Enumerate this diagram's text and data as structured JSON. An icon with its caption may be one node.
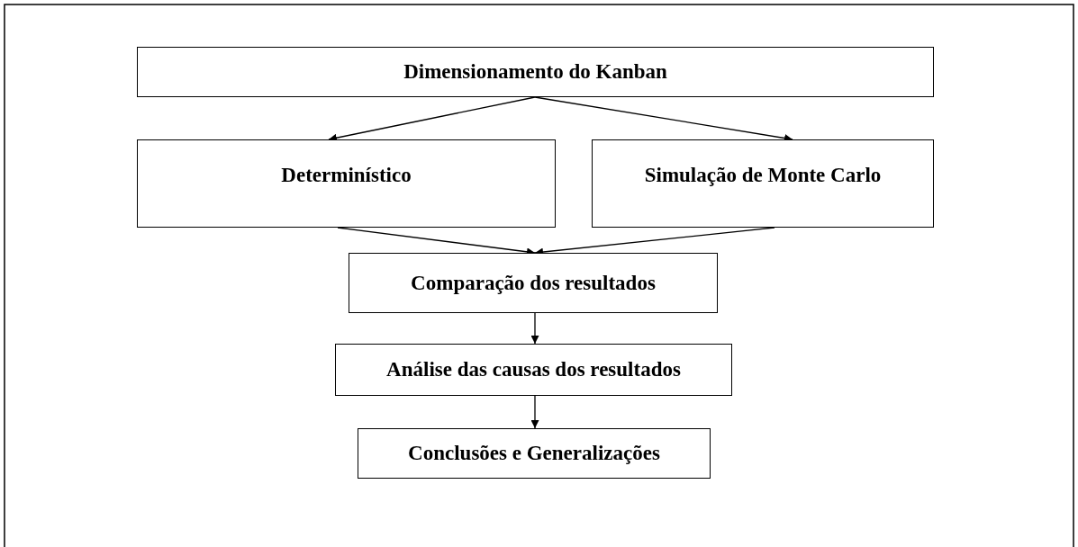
{
  "diagram": {
    "nodes": [
      {
        "text": [
          "Dimensionamento do Kanban"
        ]
      },
      {
        "text": [
          "Determinístico"
        ]
      },
      {
        "text": [
          "Simulação de Monte Carlo"
        ]
      },
      {
        "text": [
          "Comparação dos resultados"
        ]
      },
      {
        "text": [
          "Análise das causas dos resultados"
        ]
      },
      {
        "text": [
          "Conclusões e Generalizações"
        ]
      }
    ],
    "edges": [
      {
        "from": 0,
        "to": 1,
        "arrow": "to"
      },
      {
        "from": 0,
        "to": 2,
        "arrow": "to"
      },
      {
        "from": 1,
        "to": 3,
        "arrow": "to"
      },
      {
        "from": 2,
        "to": 3,
        "arrow": "to"
      },
      {
        "from": 3,
        "to": 4,
        "arrow": "to"
      },
      {
        "from": 4,
        "to": 5,
        "arrow": "to"
      }
    ]
  }
}
